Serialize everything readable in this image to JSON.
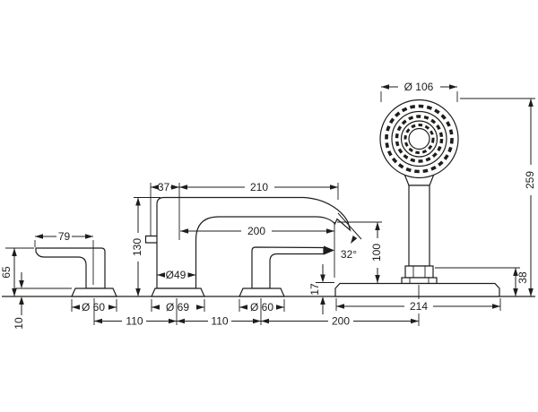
{
  "drawing": {
    "type": "faucet-installation-dimension-drawing",
    "background_color": "#ffffff",
    "line_color": "#1d1d1b",
    "dims": {
      "head_diameter": "Ø 106",
      "total_height": "259",
      "spout_offset": "37",
      "spout_top_reach": "210",
      "spout_reach": "200",
      "spout_height": "130",
      "lever_length": "79",
      "handle_height": "65",
      "escutcheon_height": "10",
      "left_handle_diameter": "Ø 60",
      "left_spacing": "110",
      "spout_diameter": "Ø49",
      "spout_escutcheon_diameter": "Ø 69",
      "right_spacing": "110",
      "right_handle_diameter": "Ø 60",
      "plate_height": "17",
      "plate_width": "214",
      "shower_spacing": "200",
      "holder_height": "38",
      "outlet_height": "100",
      "outlet_angle": "32°"
    }
  }
}
